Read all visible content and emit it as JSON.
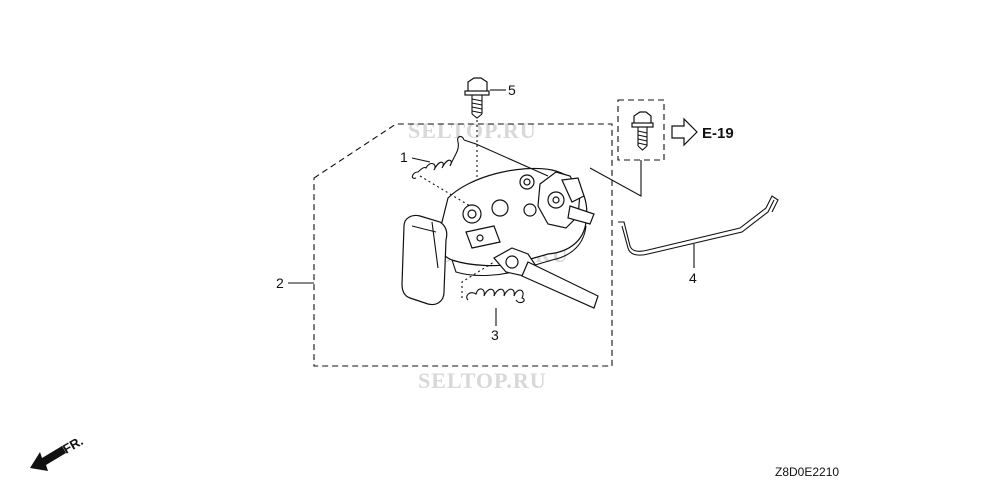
{
  "watermark": "SELTOP.RU",
  "callouts": {
    "c1": "1",
    "c2": "2",
    "c3": "3",
    "c4": "4",
    "c5": "5"
  },
  "reference": {
    "label": "E-19",
    "icon": "outline-arrow-right-icon"
  },
  "direction": {
    "label": "FR.",
    "icon": "arrow-down-left-icon"
  },
  "diagram_code": "Z8D0E2210"
}
